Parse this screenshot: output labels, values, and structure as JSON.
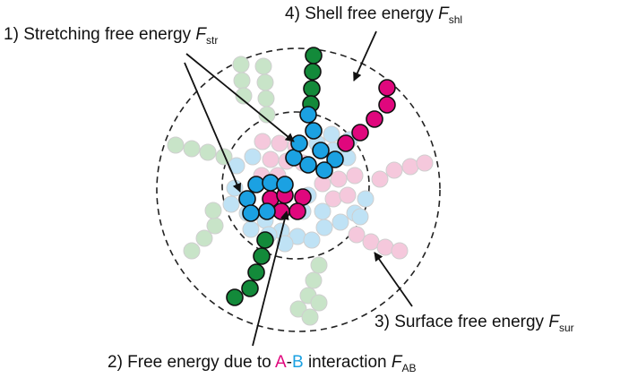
{
  "labels": {
    "shell": {
      "num": "4)",
      "text": "Shell free energy",
      "symbol": "F",
      "sub": "shl"
    },
    "stretch": {
      "num": "1)",
      "text": "Stretching free energy",
      "symbol": "F",
      "sub": "str"
    },
    "surface": {
      "num": "3)",
      "text": "Surface free energy",
      "symbol": "F",
      "sub": "sur"
    },
    "ab": {
      "prefix": "2) Free energy due to",
      "a": "A",
      "dash": "-",
      "b": "B",
      "suffix": "interaction",
      "symbol": "F",
      "sub": "AB"
    }
  },
  "colors": {
    "bead_A": "#e0077d",
    "bead_B": "#1ba1e2",
    "bead_shell": "#138a3a",
    "faded_A": "#f5c8dc",
    "faded_B": "#bfe2f5",
    "faded_shell": "#c8e4c8",
    "outline": "#111111",
    "label_A": "#e0077d",
    "label_B": "#1ba1e2"
  }
}
